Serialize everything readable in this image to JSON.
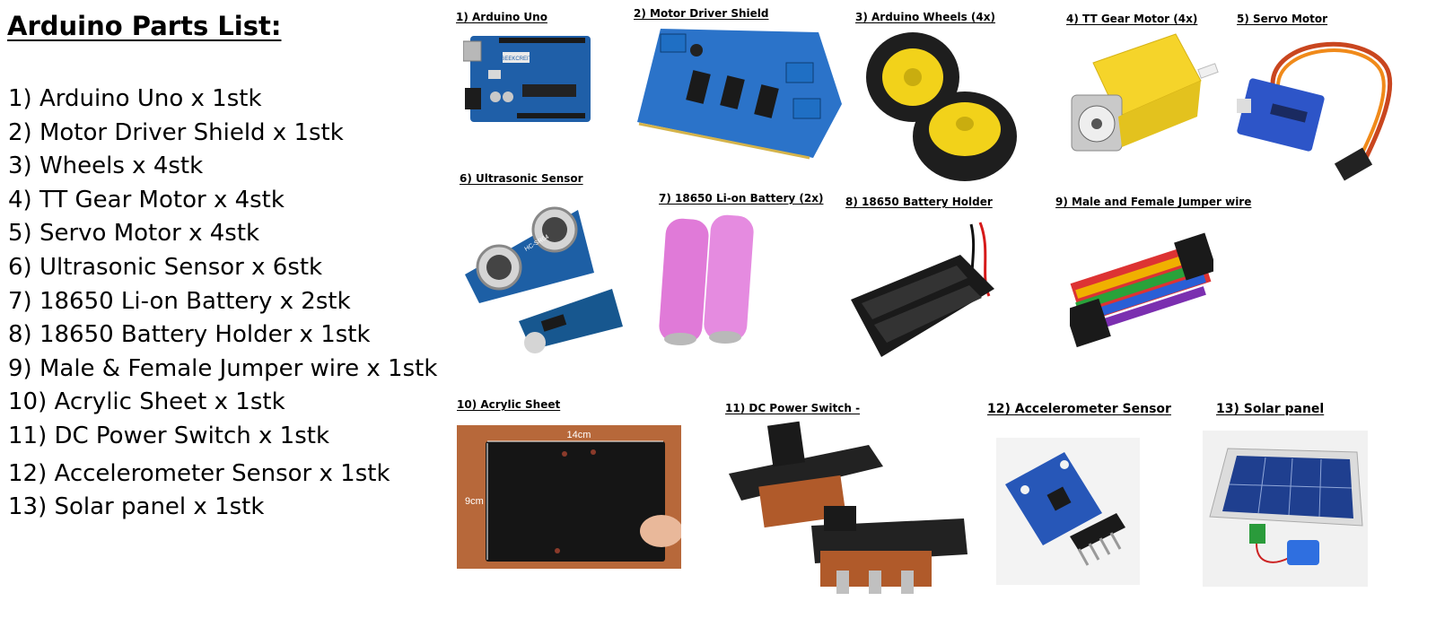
{
  "list": {
    "title": "Arduino Parts List:",
    "items": [
      "1) Arduino Uno x 1stk",
      "2) Motor Driver Shield x 1stk",
      "3) Wheels x 4stk",
      "4) TT Gear Motor x 4stk",
      "5) Servo Motor x 4stk",
      "6) Ultrasonic Sensor x 6stk",
      "7) 18650 Li-on Battery x 2stk",
      "8) 18650 Battery Holder x 1stk",
      "9) Male & Female Jumper wire x 1stk",
      "10) Acrylic Sheet x 1stk",
      "11) DC Power Switch x 1stk",
      "12) Accelerometer Sensor x 1stk",
      "13) Solar panel x 1stk"
    ]
  },
  "captions": {
    "arduino_uno": "1) Arduino Uno",
    "motor_driver_shield": "2) Motor Driver Shield",
    "wheels": "3) Arduino Wheels (4x)",
    "tt_gear_motor": "4) TT Gear Motor (4x)",
    "servo_motor": "5) Servo Motor",
    "ultrasonic_sensor": "6) Ultrasonic Sensor",
    "battery": "7) 18650 Li-on Battery (2x)",
    "battery_holder": "8) 18650 Battery Holder",
    "jumper_wire": "9) Male and Female Jumper wire",
    "acrylic_sheet": "10) Acrylic Sheet",
    "dc_power_switch": "11) DC Power Switch -",
    "accelerometer": "12) Accelerometer Sensor",
    "solar_panel": "13) Solar panel"
  },
  "photo_labels": {
    "board_brand": "GEEKCREIT",
    "sensor_model": "HC-SR04",
    "sheet_width": "14cm",
    "sheet_height": "9cm"
  },
  "colors": {
    "board_blue": "#1f5fa8",
    "wheel_yellow": "#f2d21a",
    "motor_yellow": "#f5d42a",
    "servo_blue": "#2d55c8",
    "battery_pink": "#e07ad8",
    "sheet_black": "#151515",
    "sheet_wood": "#b7683a"
  }
}
